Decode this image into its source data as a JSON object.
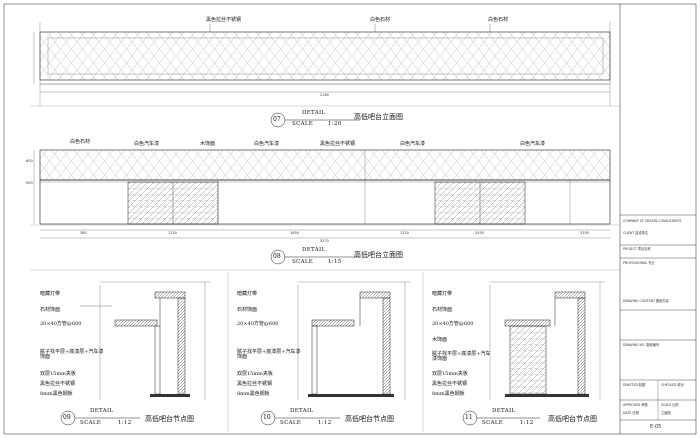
{
  "views": [
    {
      "number": "07",
      "detail_label": "DETAIL",
      "scale_label": "SCALE",
      "scale": "1:20",
      "title": "高低吧台立面图",
      "callouts": [
        "黑色拉丝不锈钢",
        "白色石材",
        "白色石材"
      ],
      "dimensions": [
        "2180"
      ]
    },
    {
      "number": "08",
      "detail_label": "DETAIL",
      "scale_label": "SCALE",
      "scale": "1:15",
      "title": "高低吧台立面图",
      "callouts": [
        "白色石材",
        "白色汽车漆",
        "木饰面",
        "白色汽车漆",
        "黑色拉丝不锈钢",
        "白色汽车漆",
        "白色汽车漆"
      ],
      "dimensions": [
        "380",
        "1150",
        "1850",
        "1320",
        "2450",
        "3150",
        "5270",
        "900",
        "600"
      ]
    },
    {
      "number": "09",
      "detail_label": "DETAIL",
      "scale_label": "SCALE",
      "scale": "1:12",
      "title": "高低吧台节点图",
      "notes": [
        "暗藏灯带",
        "石材饰面",
        "20×40方管@600",
        "腻子找平层+底漆层+汽车漆饰面",
        "双层15mm夹板",
        "黑色拉丝不锈钢",
        "8mm黑色钢板"
      ]
    },
    {
      "number": "10",
      "detail_label": "DETAIL",
      "scale_label": "SCALE",
      "scale": "1:12",
      "title": "高低吧台节点图",
      "notes": [
        "暗藏灯带",
        "石材饰面",
        "20×40方管@600",
        "腻子找平层+底漆层+汽车漆饰面",
        "双层15mm夹板",
        "黑色拉丝不锈钢",
        "8mm黑色钢板"
      ]
    },
    {
      "number": "11",
      "detail_label": "DETAIL",
      "scale_label": "SCALE",
      "scale": "1:12",
      "title": "高低吧台节点图",
      "notes": [
        "暗藏灯带",
        "石材饰面",
        "20×40方管@600",
        "木饰面",
        "腻子找平层+底漆层+汽车漆饰面",
        "双层15mm夹板",
        "黑色拉丝不锈钢",
        "8mm黑色钢板"
      ]
    }
  ],
  "title_block": {
    "lines": [
      "COMPANY OF DESIGN CONSULTANTS",
      "CLIENT 建设单位",
      "PROJECT 项目名称",
      "PROFESSIONAL 专业",
      "DRAWING CONTENT 图纸内容",
      "DRAWING NO. 图纸编号",
      "DRAFTED 制图",
      "CHECKED 校对",
      "APPROVED 审核",
      "SCALE 比例",
      "DATE 日期",
      "立面图"
    ],
    "sheet_no": "E-05"
  },
  "colors": {
    "line": "#222222",
    "hatch": "#555555",
    "paper": "#ffffff"
  }
}
